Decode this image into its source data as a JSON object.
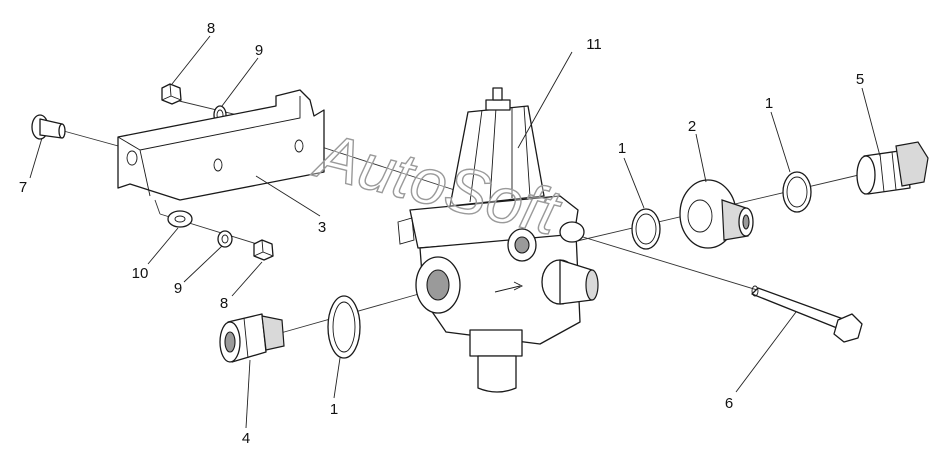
{
  "watermark": "AutoSoft",
  "callouts": [
    {
      "id": "callout-8-top",
      "text": "8"
    },
    {
      "id": "callout-9-top",
      "text": "9"
    },
    {
      "id": "callout-7",
      "text": "7"
    },
    {
      "id": "callout-3",
      "text": "3"
    },
    {
      "id": "callout-10",
      "text": "10"
    },
    {
      "id": "callout-9-bottom",
      "text": "9"
    },
    {
      "id": "callout-8-bottom",
      "text": "8"
    },
    {
      "id": "callout-4",
      "text": "4"
    },
    {
      "id": "callout-1-bottom",
      "text": "1"
    },
    {
      "id": "callout-11",
      "text": "11"
    },
    {
      "id": "callout-1-left",
      "text": "1"
    },
    {
      "id": "callout-2",
      "text": "2"
    },
    {
      "id": "callout-1-right",
      "text": "1"
    },
    {
      "id": "callout-5",
      "text": "5"
    },
    {
      "id": "callout-6",
      "text": "6"
    }
  ]
}
